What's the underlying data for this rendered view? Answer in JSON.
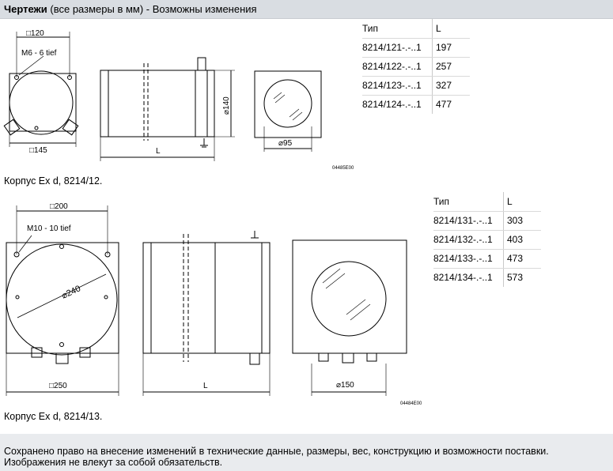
{
  "header": {
    "title_bold": "Чертежи",
    "title_rest": " (все размеры в мм) - Возможны изменения"
  },
  "drawing1": {
    "dim_square_top": "□120",
    "thread_label": "M6 - 6 tief",
    "dim_square_bottom": "□145",
    "dim_length": "L",
    "dim_height": "⌀140",
    "dim_window": "⌀95",
    "drawing_code": "04485E00"
  },
  "table1": {
    "col_type": "Тип",
    "col_l": "L",
    "rows": [
      {
        "type": "8214/121-.-..1",
        "l": "197"
      },
      {
        "type": "8214/122-.-..1",
        "l": "257"
      },
      {
        "type": "8214/123-.-..1",
        "l": "327"
      },
      {
        "type": "8214/124-.-..1",
        "l": "477"
      }
    ]
  },
  "caption1": "Корпус Ex d, 8214/12.",
  "drawing2": {
    "dim_square_top": "□200",
    "thread_label": "M10 - 10 tief",
    "dim_diameter": "⌀240",
    "dim_square_bottom": "□250",
    "dim_length": "L",
    "dim_window": "⌀150",
    "drawing_code": "04484E00"
  },
  "table2": {
    "col_type": "Тип",
    "col_l": "L",
    "rows": [
      {
        "type": "8214/131-.-..1",
        "l": "303"
      },
      {
        "type": "8214/132-.-..1",
        "l": "403"
      },
      {
        "type": "8214/133-.-..1",
        "l": "473"
      },
      {
        "type": "8214/134-.-..1",
        "l": "573"
      }
    ]
  },
  "caption2": "Корпус Ex d, 8214/13.",
  "footer": {
    "line1": "Сохранено право на внесение изменений в технические данные, размеры, вес, конструкцию и возможности поставки.",
    "line2": "Изображения не влекут за собой обязательств."
  }
}
